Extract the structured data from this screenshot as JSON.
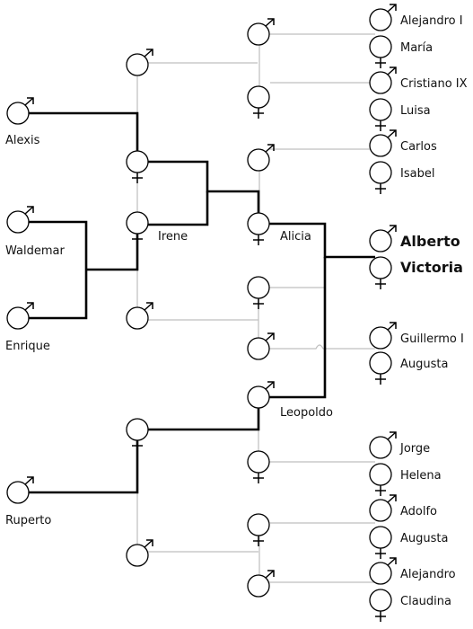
{
  "labels": {
    "alexis": "Alexis",
    "waldemar": "Waldemar",
    "enrique": "Enrique",
    "ruperto": "Ruperto",
    "irene": "Irene",
    "alicia": "Alicia",
    "leopoldo": "Leopoldo",
    "alejandro_i": "Alejandro I",
    "maria": "María",
    "cristiano_ix": "Cristiano IX",
    "luisa": "Luisa",
    "carlos": "Carlos",
    "isabel": "Isabel",
    "alberto": "Alberto",
    "victoria": "Victoria",
    "guillermo_i": "Guillermo I",
    "augusta_1": "Augusta",
    "jorge": "Jorge",
    "helena": "Helena",
    "adolfo": "Adolfo",
    "augusta_2": "Augusta",
    "alejandro": "Alejandro",
    "claudina": "Claudina"
  }
}
